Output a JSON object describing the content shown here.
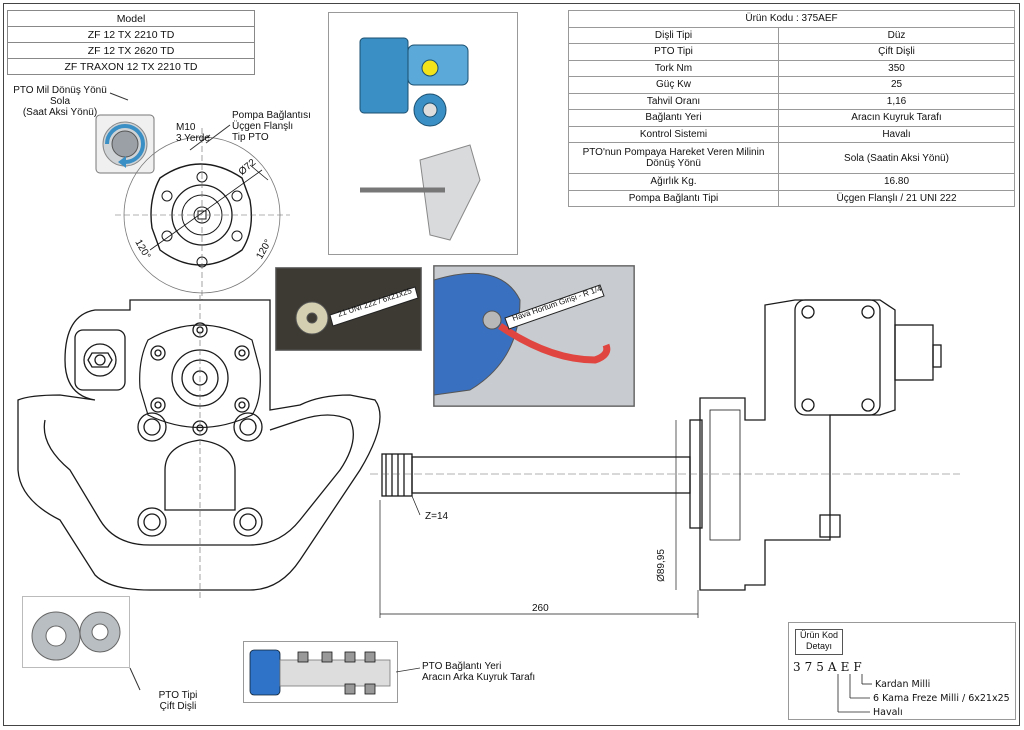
{
  "model_table": {
    "header": "Model",
    "rows": [
      "ZF 12 TX 2210 TD",
      "ZF 12 TX 2620 TD",
      "ZF TRAXON 12 TX 2210 TD"
    ]
  },
  "spec_table": {
    "title": "Ürün Kodu : 375AEF",
    "rows": [
      {
        "label": "Dişli Tipi",
        "value": "Düz"
      },
      {
        "label": "PTO Tipi",
        "value": "Çift Dişli"
      },
      {
        "label": "Tork Nm",
        "value": "350"
      },
      {
        "label": "Güç Kw",
        "value": "25"
      },
      {
        "label": "Tahvil Oranı",
        "value": "1,16"
      },
      {
        "label": "Bağlantı Yeri",
        "value": "Aracın Kuyruk Tarafı"
      },
      {
        "label": "Kontrol Sistemi",
        "value": "Havalı"
      },
      {
        "label": "PTO'nun Pompaya Hareket Veren Milinin Dönüş Yönü",
        "value": "Sola (Saatin Aksi Yönü)"
      },
      {
        "label": "Ağırlık Kg.",
        "value": "16.80"
      },
      {
        "label": "Pompa Bağlantı Tipi",
        "value": "Üçgen Flanşlı / 21 UNI 222"
      }
    ]
  },
  "labels": {
    "rotation_line1": "PTO Mil Dönüş Yönü",
    "rotation_line2": "Sola",
    "rotation_line3": "(Saat Aksi Yönü)",
    "bolt_line1": "M10",
    "bolt_line2": "3 Yerde",
    "pump_line1": "Pompa Bağlantısı",
    "pump_line2": "Üçgen Flanşlı",
    "pump_line3": "Tip PTO",
    "dia72": "Ø72",
    "angle_left": "120°",
    "angle_right": "120°",
    "spline_callout": "21 UNI 222 / 6x21x25",
    "air_callout": "Hava Hortum Girişi  -  R 1/4",
    "teeth": "Z=14",
    "dia_shaft": "Ø89,95",
    "length": "260",
    "gear_line1": "PTO Tipi",
    "gear_line2": "Çift Dişli",
    "conn_line1": "PTO Bağlantı Yeri",
    "conn_line2": "Aracın Arka Kuyruk Tarafı"
  },
  "code_detail": {
    "title_line1": "Ürün Kod",
    "title_line2": "Detayı",
    "digits": "375AEF",
    "f_label": "Kardan Milli",
    "e_label": "6 Kama Freze Milli / 6x21x25",
    "a_label": "Havalı"
  },
  "colors": {
    "pto_blue": "#3a8fc4",
    "hose_red": "#e0463f",
    "line": "#1a1a1a"
  }
}
